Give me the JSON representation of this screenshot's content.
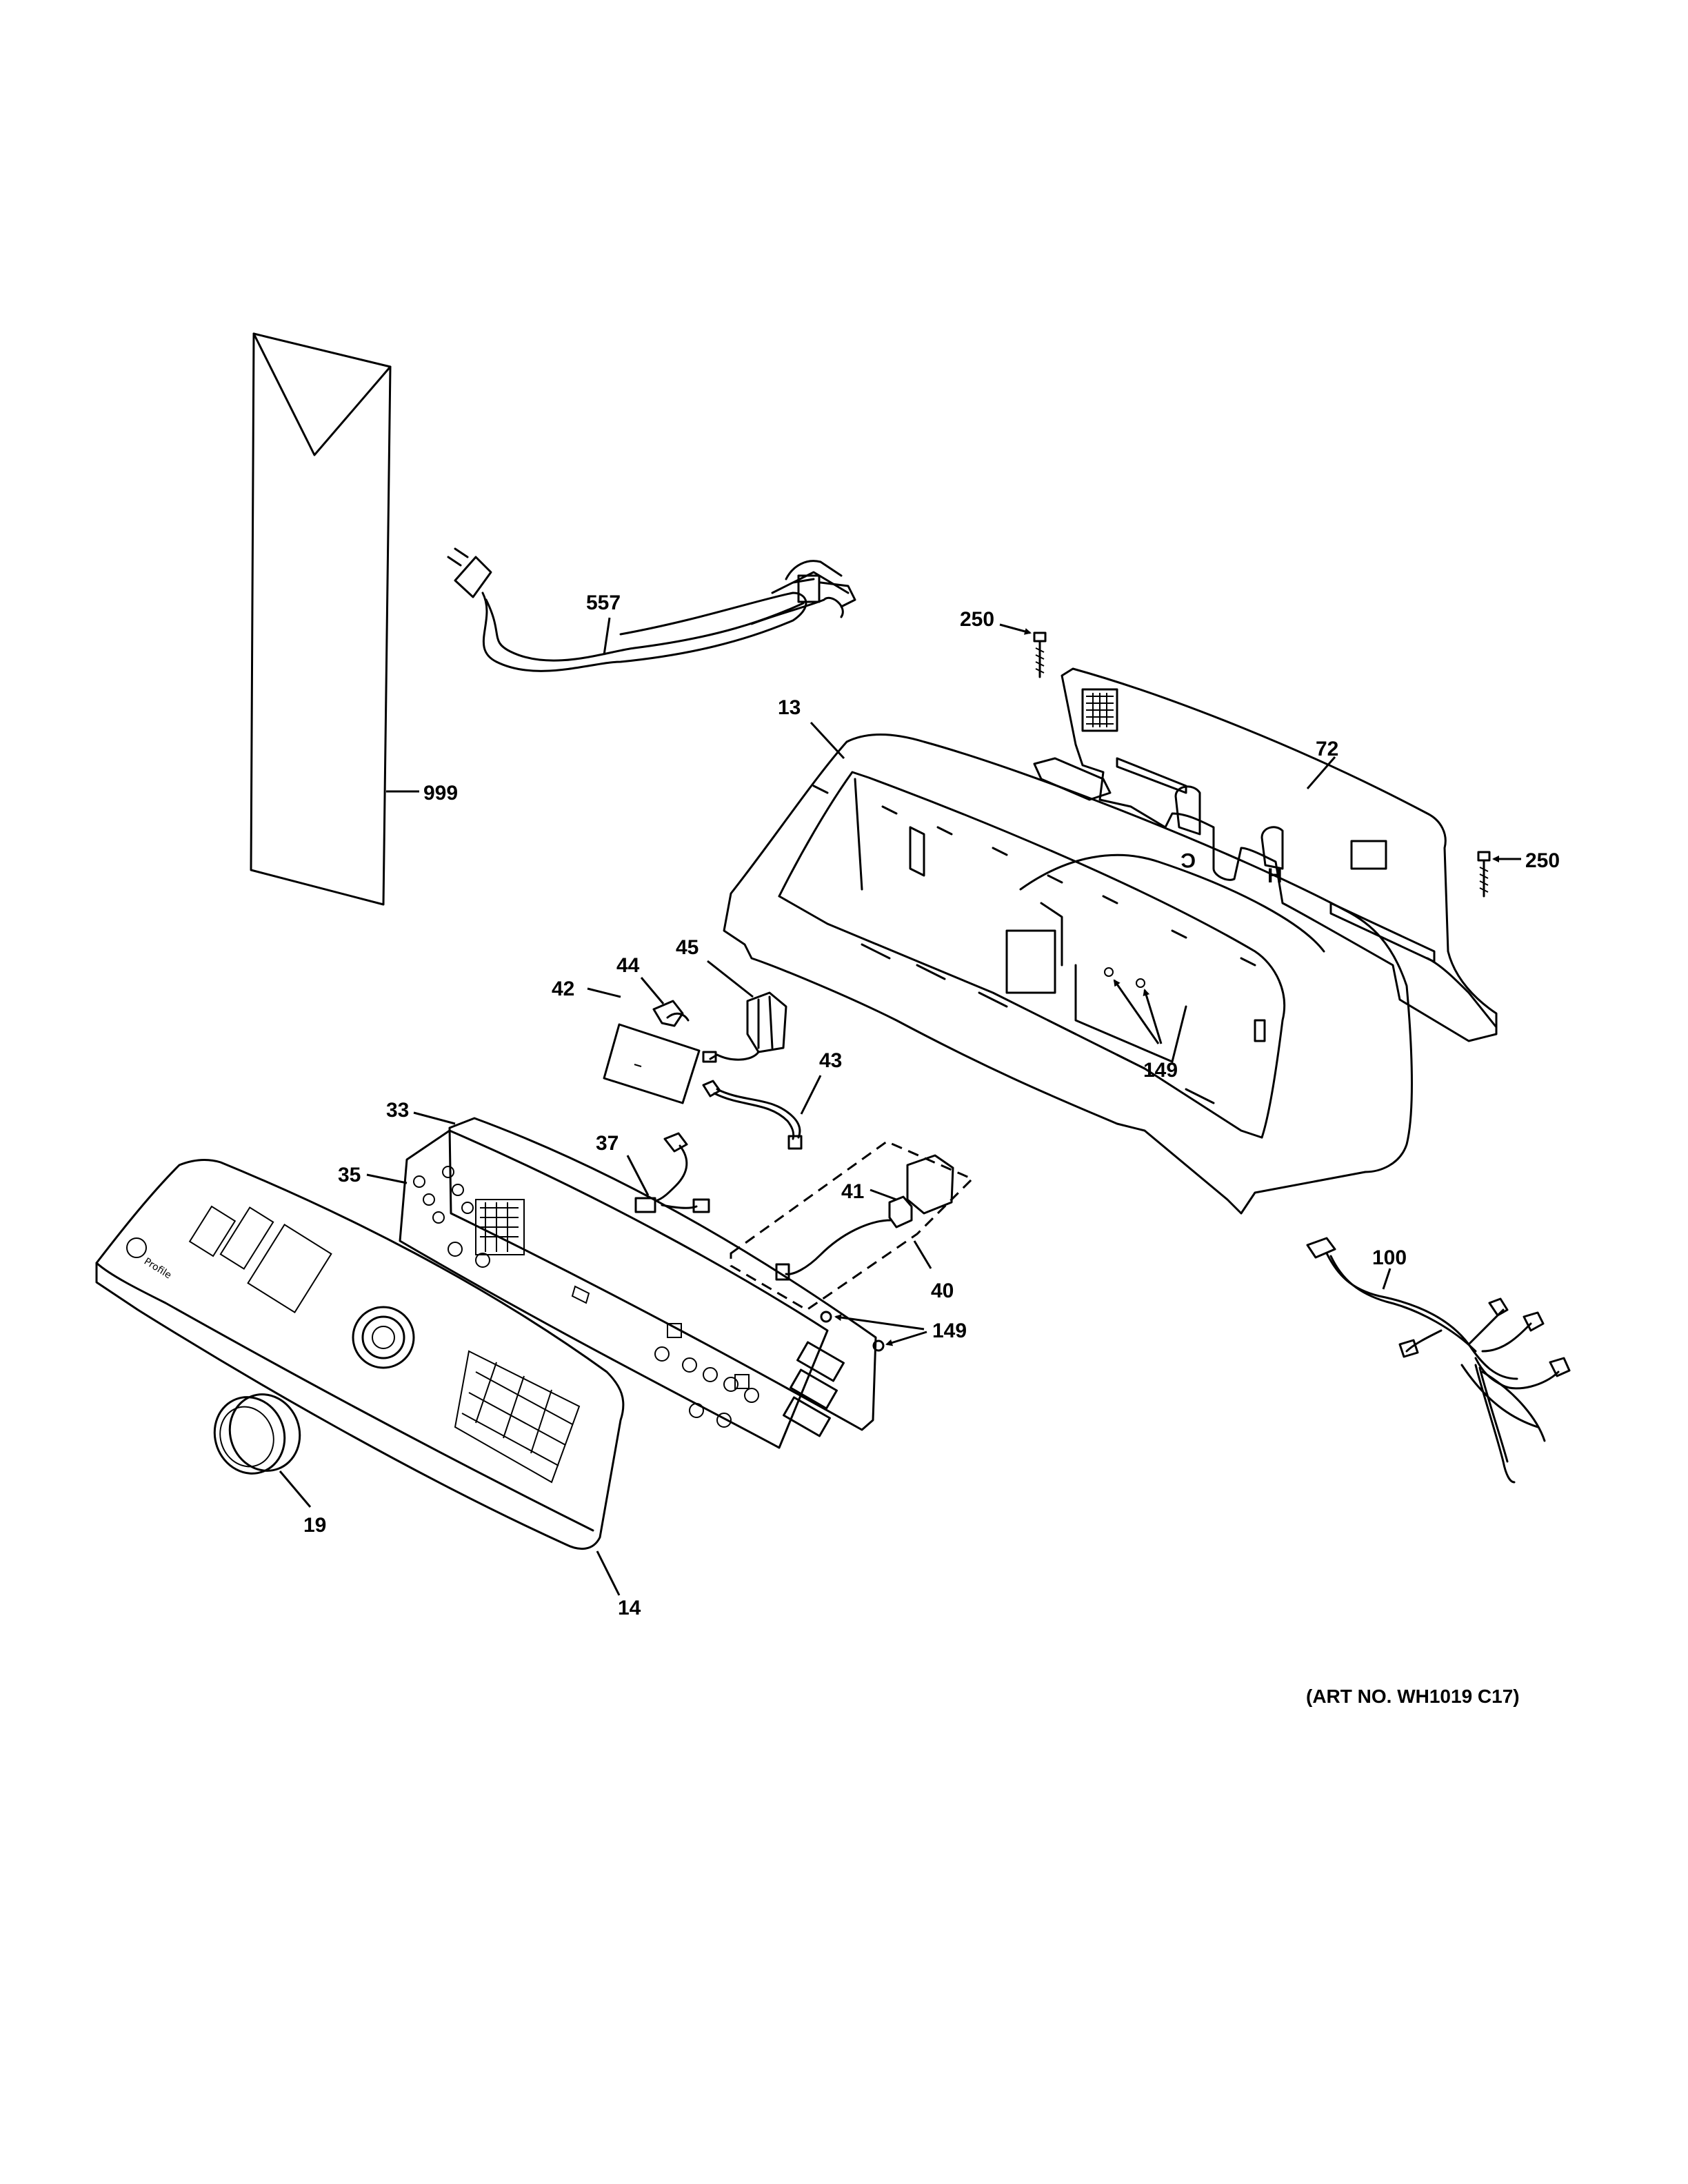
{
  "art_number": "(ART NO. WH1019 C17)",
  "panel_logo_text": "Profile",
  "callouts": {
    "c999": "999",
    "c557": "557",
    "c250a": "250",
    "c72": "72",
    "c13": "13",
    "c250b": "250",
    "c44": "44",
    "c45": "45",
    "c42": "42",
    "c43": "43",
    "c149a": "149",
    "c33": "33",
    "c35": "35",
    "c37": "37",
    "c41": "41",
    "c40": "40",
    "c149b": "149",
    "c100": "100",
    "c19": "19",
    "c14": "14"
  }
}
